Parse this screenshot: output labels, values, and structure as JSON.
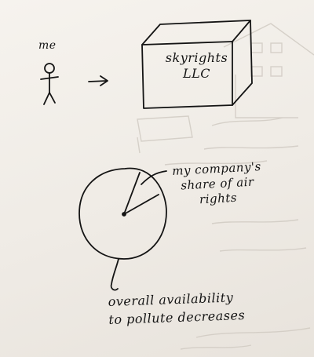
{
  "labels": {
    "me": "me",
    "company_line1": "skyrights",
    "company_line2": "LLC",
    "share_line1": "my company's",
    "share_line2": "share of air",
    "share_line3": "rights",
    "overall_line1": "overall availability",
    "overall_line2": "to pollute decreases"
  },
  "colors": {
    "ink": "#141414",
    "paper": "#f4f1ec",
    "bleed_through": "#c9c4bd"
  }
}
